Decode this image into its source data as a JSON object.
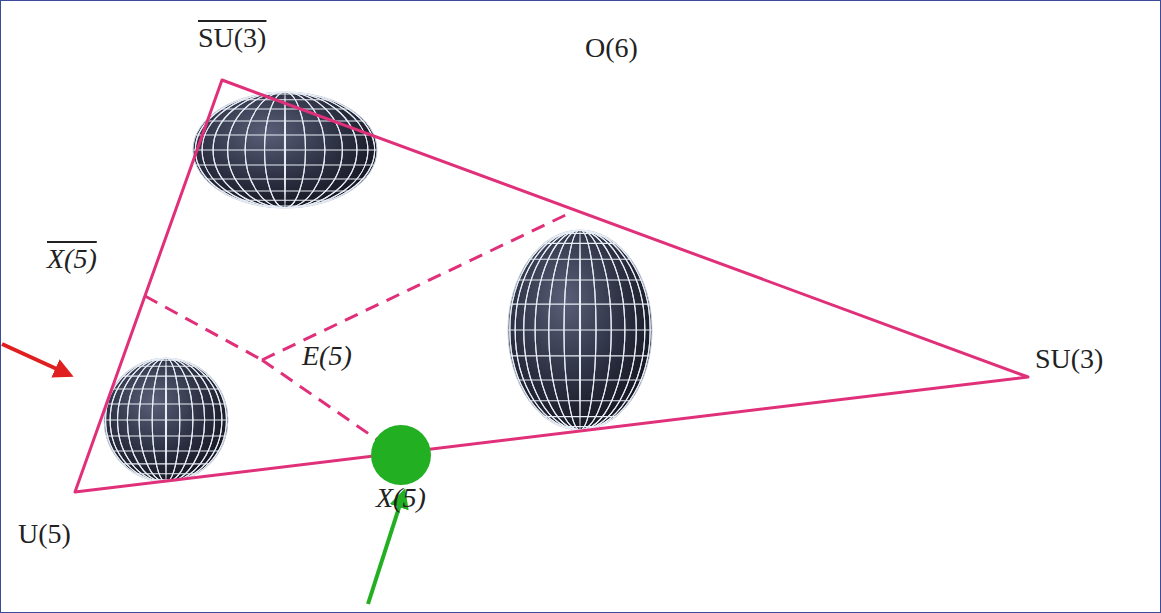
{
  "diagram": {
    "labels": [
      "SU(3)",
      "O(6)",
      "X(5)",
      "E(5)",
      "SU(3)",
      "U(5)",
      "X(5)"
    ]
  }
}
